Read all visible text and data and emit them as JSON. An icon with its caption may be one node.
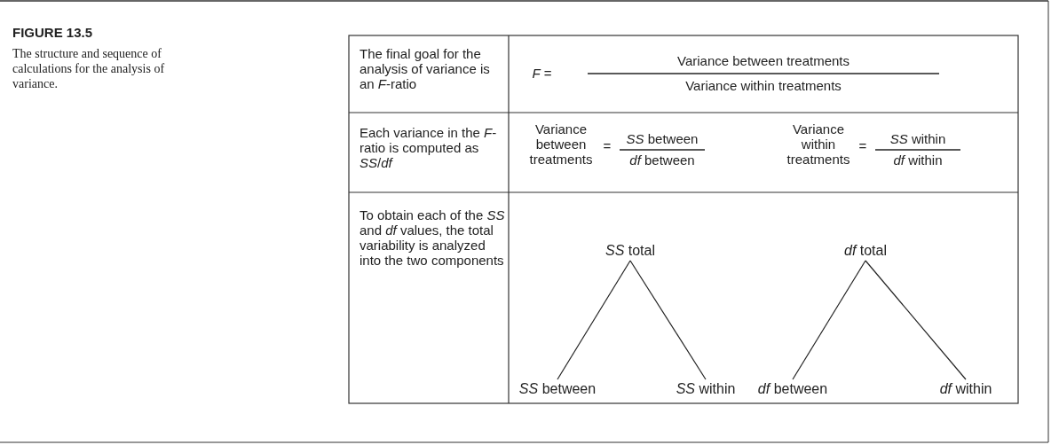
{
  "diagram": {
    "title": "FIGURE 13.5",
    "caption": "The structure and sequence of calculations for the analysis of variance.",
    "nodes": [
      {
        "text": [
          "*SS* total"
        ]
      },
      {
        "text": [
          "*SS* between"
        ]
      },
      {
        "text": [
          "*SS* within"
        ]
      },
      {
        "text": [
          "*df* total"
        ]
      },
      {
        "text": [
          "*df* between"
        ]
      },
      {
        "text": [
          "*df* within"
        ]
      }
    ],
    "edges": [
      {
        "from": 0,
        "to": 1,
        "arrow": "none"
      },
      {
        "from": 0,
        "to": 2,
        "arrow": "none"
      },
      {
        "from": 3,
        "to": 4,
        "arrow": "none"
      },
      {
        "from": 3,
        "to": 5,
        "arrow": "none"
      }
    ],
    "labels": [
      "The final goal for the analysis of variance is an *F*-ratio",
      "*F* =",
      "Variance between treatments",
      "Variance within treatments",
      "Each variance in the *F*-ratio is computed as *SS*/*df*",
      "Variance between treatments",
      "=",
      "*SS* between",
      "*df* between",
      "Variance within treatments",
      "=",
      "*SS* within",
      "*df* within",
      "To obtain each of the *SS* and *df* values, the total variability is analyzed into the two components"
    ]
  }
}
